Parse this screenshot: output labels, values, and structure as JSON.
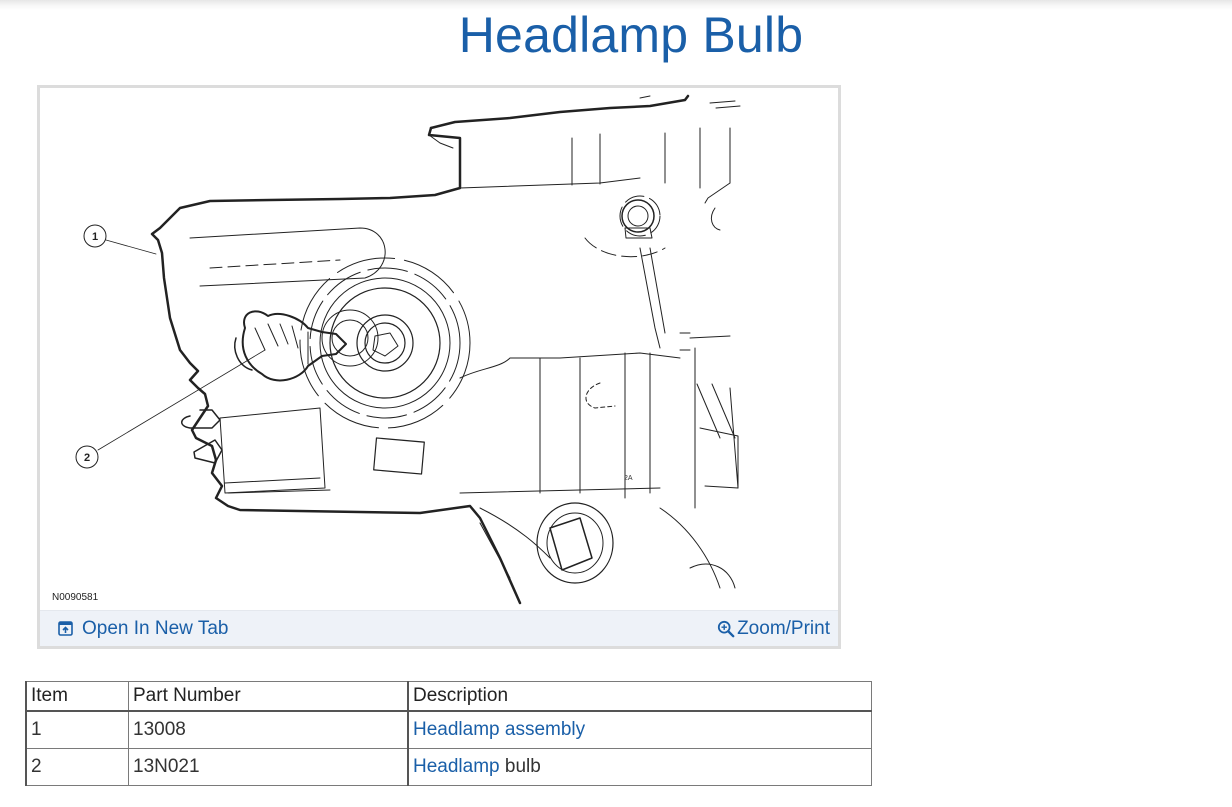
{
  "page": {
    "title": "Headlamp Bulb"
  },
  "figure": {
    "image_id_label": "N0090581",
    "callouts": [
      "1",
      "2"
    ],
    "footer": {
      "open_new_tab_label": "Open In New Tab",
      "open_new_tab_icon": "open-in-new-tab-icon",
      "zoom_print_label": "Zoom/Print",
      "zoom_print_icon": "zoom-in-icon"
    }
  },
  "parts_table": {
    "headers": [
      "Item",
      "Part Number",
      "Description"
    ],
    "rows": [
      {
        "item": "1",
        "part_number": "13008",
        "description_link": "Headlamp assembly",
        "description_rest": ""
      },
      {
        "item": "2",
        "part_number": "13N021",
        "description_link": "Headlamp",
        "description_rest": " bulb"
      }
    ]
  },
  "colors": {
    "title_blue": "#1a5fa8",
    "link_blue": "#1a5fa8",
    "footer_bg": "#eef2f8",
    "figure_border": "#dcdcdc"
  }
}
